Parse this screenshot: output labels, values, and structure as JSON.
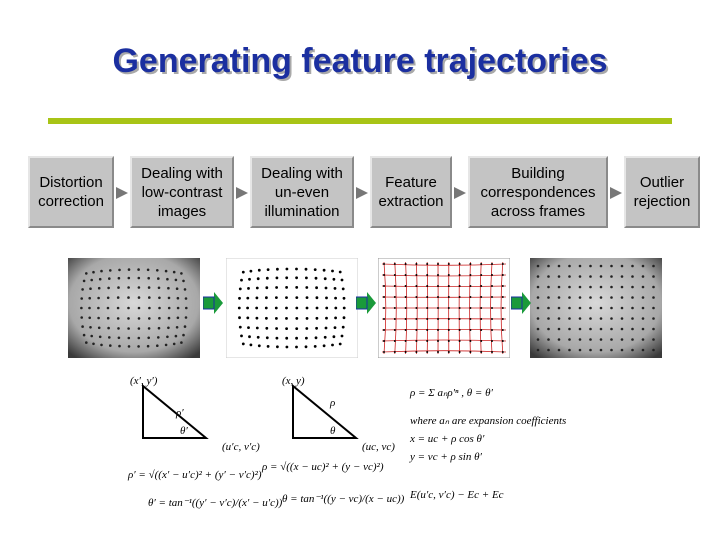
{
  "title": "Generating feature trajectories",
  "steps": [
    {
      "label": "Distortion\ncorrection"
    },
    {
      "label": "Dealing with\nlow-contrast\nimages"
    },
    {
      "label": "Dealing with\nun-even\nillumination"
    },
    {
      "label": "Feature\nextraction"
    },
    {
      "label": "Building\ncorrespondences\nacross frames"
    },
    {
      "label": "Outlier\nrejection"
    }
  ],
  "colors": {
    "title": "#1b2fa0",
    "rule": "#a8c416",
    "box": "#c4c4c4",
    "flow_arrow": "#1a9a3a",
    "grid_red": "#cc2222"
  },
  "formulas": {
    "tri1_top": "(x′, y′)",
    "tri1_hyp": "ρ′",
    "tri1_angle": "θ′",
    "tri1_center": "(u′c, v′c)",
    "tri2_top": "(x, y)",
    "tri2_hyp": "ρ",
    "tri2_angle": "θ",
    "tri2_center": "(uc, vc)",
    "rho_prime": "ρ′ = √((x′ − u′c)² + (y′ − v′c)²)",
    "theta_prime": "θ′ = tan⁻¹((y′ − v′c)/(x′ − u′c))",
    "rho": "ρ = √((x − uc)² + (y − vc)²)",
    "theta": "θ = tan⁻¹((y − vc)/(x − uc))",
    "expansion": "ρ = Σ aₙρ′ⁿ ,  θ = θ′",
    "expansion_note": "where aₙ are expansion coefficients",
    "x_eq": "x = uc + ρ cos θ′",
    "y_eq": "y = vc + ρ sin θ′",
    "energy": "E(u′c, v′c) − Ec + Ec"
  }
}
